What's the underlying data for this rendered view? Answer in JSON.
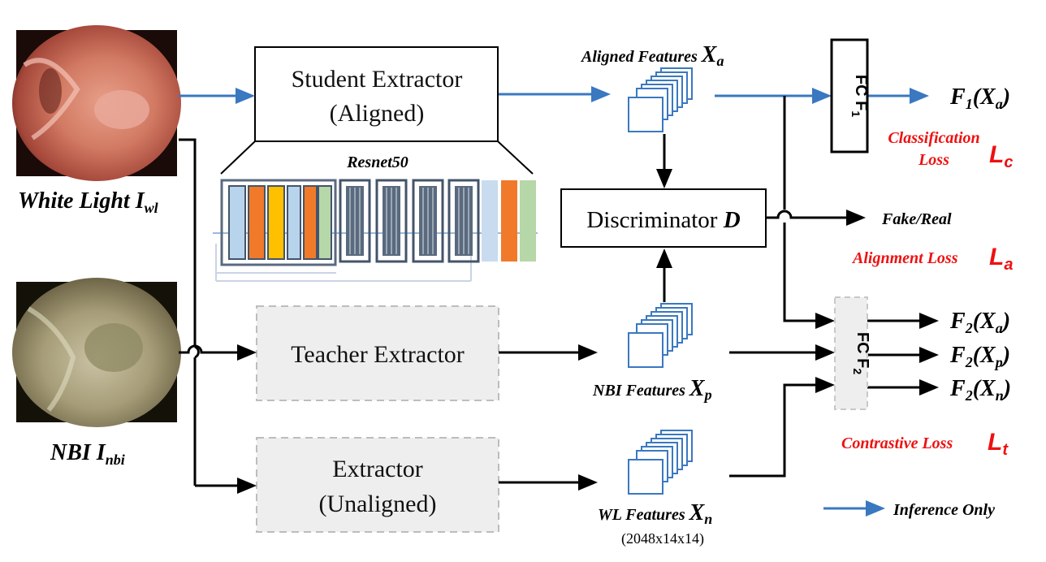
{
  "images": {
    "white_light": {
      "label": "White Light",
      "symbol": "I",
      "subscript": "wl"
    },
    "nbi": {
      "label": "NBI",
      "symbol": "I",
      "subscript": "nbi"
    }
  },
  "extractors": {
    "student_line1": "Student Extractor",
    "student_line2": "(Aligned)",
    "teacher": "Teacher Extractor",
    "unaligned_line1": "Extractor",
    "unaligned_line2": "(Unaligned)",
    "backbone": "Resnet50"
  },
  "features": {
    "aligned": {
      "label": "Aligned Features",
      "symbol": "X",
      "subscript": "a"
    },
    "nbi": {
      "label": "NBI Features",
      "symbol": "X",
      "subscript": "p"
    },
    "wl": {
      "label": "WL Features",
      "symbol": "X",
      "subscript": "n"
    },
    "dims": "(2048x14x14)"
  },
  "discriminator": {
    "label": "Discriminator",
    "symbol": "D",
    "output": "Fake/Real"
  },
  "fc": {
    "fc1": {
      "label": "FC F",
      "subscript": "1"
    },
    "fc2": {
      "label": "FC F",
      "subscript": "2"
    }
  },
  "outputs": {
    "f1": {
      "f": "F",
      "fsub": "1",
      "x": "X",
      "xsub": "a"
    },
    "f2a": {
      "f": "F",
      "fsub": "2",
      "x": "X",
      "xsub": "a"
    },
    "f2p": {
      "f": "F",
      "fsub": "2",
      "x": "X",
      "xsub": "p"
    },
    "f2n": {
      "f": "F",
      "fsub": "2",
      "x": "X",
      "xsub": "n"
    }
  },
  "losses": {
    "classification_line1": "Classification",
    "classification_line2": "Loss",
    "classification_symbol": "L",
    "classification_sub": "c",
    "alignment": "Alignment Loss",
    "alignment_symbol": "L",
    "alignment_sub": "a",
    "contrastive": "Contrastive Loss",
    "contrastive_symbol": "L",
    "contrastive_sub": "t"
  },
  "legend": {
    "inference_only": "Inference Only"
  },
  "colors": {
    "blue_arrow": "#3a78c0",
    "black_arrow": "#000000",
    "loss_red": "#ee1111",
    "feature_blue": "#3a78c0",
    "layer_light_blue": "#b8d4ec",
    "layer_orange": "#f07a2a",
    "layer_yellow": "#ffc000",
    "layer_green": "#b6d7a8",
    "layer_dark": "#44546a"
  }
}
